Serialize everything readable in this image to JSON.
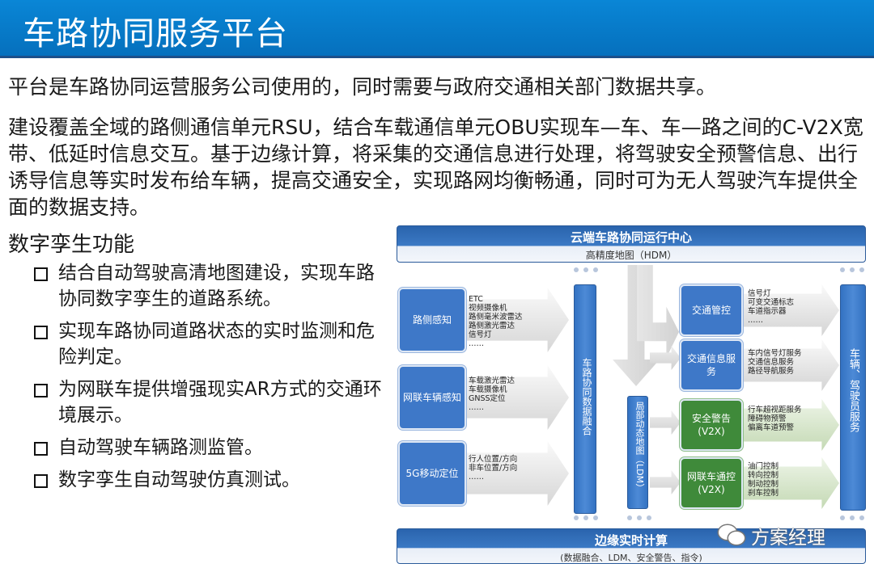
{
  "header": {
    "title": "车路协同服务平台"
  },
  "intro": {
    "p1": "平台是车路协同运营服务公司使用的，同时需要与政府交通相关部门数据共享。",
    "p2": "建设覆盖全域的路侧通信单元RSU，结合车载通信单元OBU实现车—车、车—路之间的C-V2X宽带、低延时信息交互。基于边缘计算，将采集的交通信息进行处理，将驾驶安全预警信息、出行诱导信息等实时发布给车辆，提高交通安全，实现路网均衡畅通，同时可为无人驾驶汽车提供全面的数据支持。"
  },
  "digital_twin": {
    "title": "数字孪生功能",
    "items": [
      "结合自动驾驶高清地图建设，实现车路协同数字孪生的道路系统。",
      "实现车路协同道路状态的实时监测和危险判定。",
      "为网联车提供增强现实AR方式的交通环境展示。",
      "自动驾驶车辆路测监管。",
      "数字孪生自动驾驶仿真测试。"
    ]
  },
  "diagram": {
    "top_title": "云端车路协同运行中心",
    "top_sub": "高精度地图（HDM）",
    "bottom_title": "边缘实时计算",
    "bottom_sub": "(数据融合、LDM、安全警告、指令)",
    "fusion": "车路协同数据融合",
    "ldm": "局部动态地图（LDM）",
    "driver": "车辆、驾驶员服务",
    "sources": [
      {
        "label": "路侧感知",
        "items": [
          "ETC",
          "视频摄像机",
          "路侧毫米波雷达",
          "路侧激光雷达",
          "信号灯",
          "……"
        ]
      },
      {
        "label": "网联车辆感知",
        "items": [
          "车载激光雷达",
          "车载摄像机",
          "GNSS定位",
          "……"
        ]
      },
      {
        "label": "5G移动定位",
        "items": [
          "行人位置/方向",
          "非车位置/方向",
          "……"
        ]
      }
    ],
    "services": [
      {
        "label": "交通管控",
        "items": [
          "信号灯",
          "可变交通标志",
          "车道指示器",
          "……"
        ]
      },
      {
        "label": "交通信息服务",
        "items": [
          "车内信号灯服务",
          "交通信息服务",
          "路径导航服务"
        ]
      },
      {
        "label": "安全警告(V2X)",
        "items": [
          "行车超视距服务",
          "障碍物预警",
          "偏离车道预警"
        ]
      },
      {
        "label": "网联车通控(V2X)",
        "items": [
          "油门控制",
          "转向控制",
          "制动控制",
          "刹车控制"
        ]
      }
    ]
  },
  "watermark": {
    "text": "方案经理"
  }
}
